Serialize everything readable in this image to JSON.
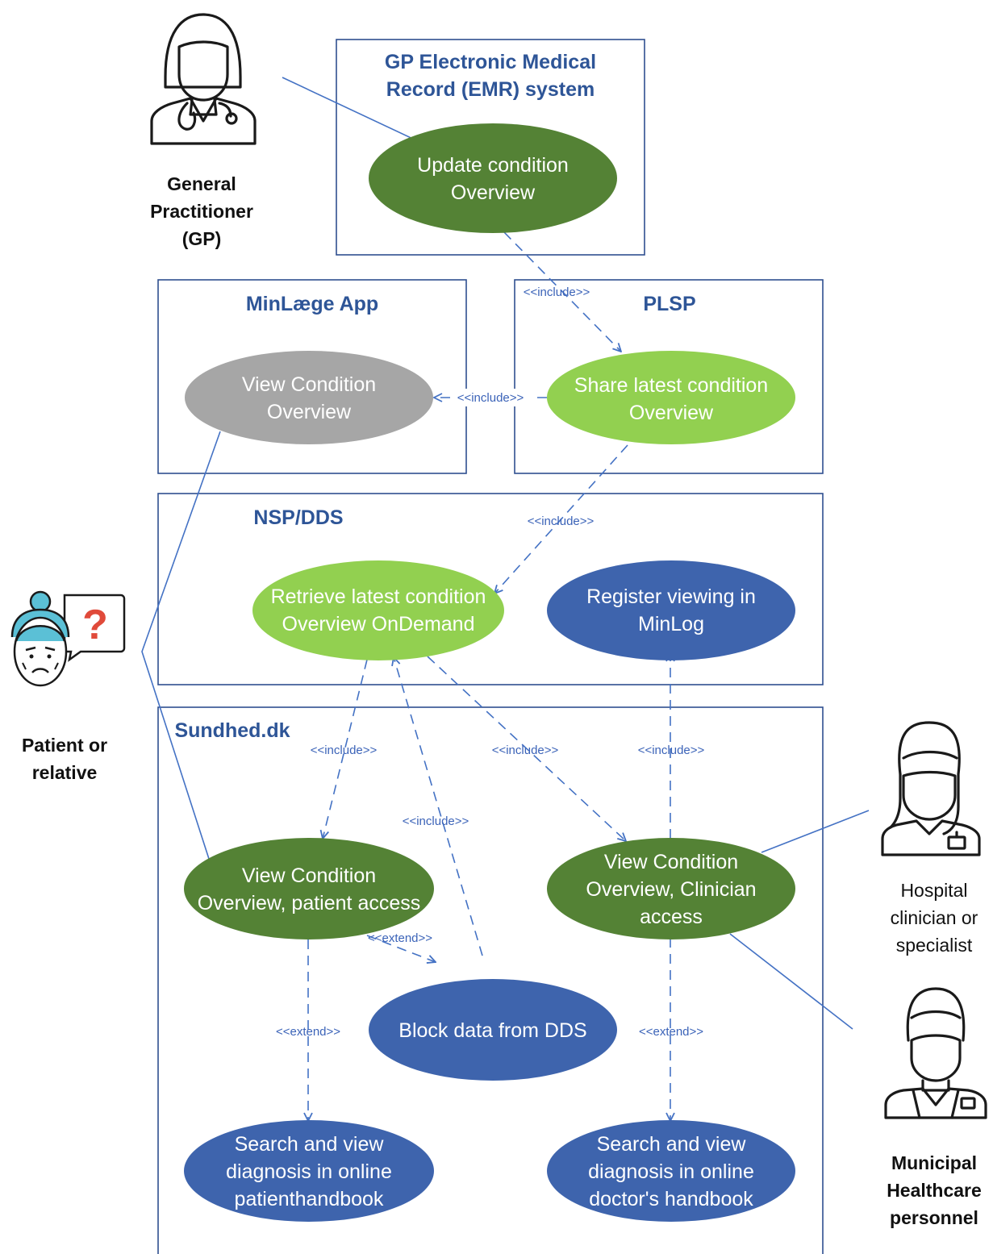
{
  "colors": {
    "dark_green": "#548235",
    "light_green": "#92D050",
    "gray": "#A6A6A6",
    "blue": "#3E64AD",
    "box_border": "#2F4F8F",
    "box_title": "#2E5597",
    "connector": "#4472C4",
    "patient_icon_accent": "#5BC0D6",
    "question_mark": "#E04A3A"
  },
  "systems": {
    "emr": {
      "title_line1": "GP Electronic Medical",
      "title_line2": "Record (EMR) system"
    },
    "minlaege": {
      "title": "MinLæge App"
    },
    "plsp": {
      "title": "PLSP"
    },
    "nsp": {
      "title": "NSP/DDS"
    },
    "sundhed": {
      "title": "Sundhed.dk"
    }
  },
  "use_cases": {
    "update": {
      "line1": "Update condition",
      "line2": "Overview",
      "color": "dark_green"
    },
    "view_app": {
      "line1": "View Condition",
      "line2": "Overview",
      "color": "gray"
    },
    "share": {
      "line1": "Share latest condition",
      "line2": "Overview",
      "color": "light_green"
    },
    "retrieve": {
      "line1": "Retrieve latest condition",
      "line2": "Overview OnDemand",
      "color": "light_green"
    },
    "register": {
      "line1": "Register viewing in",
      "line2": "MinLog",
      "color": "blue"
    },
    "view_patient": {
      "line1": "View Condition",
      "line2": "Overview, patient access",
      "color": "dark_green"
    },
    "view_clinician": {
      "line1": "View Condition",
      "line2": "Overview, Clinician",
      "line3": "access",
      "color": "dark_green"
    },
    "block": {
      "line1": "Block data from DDS",
      "color": "blue"
    },
    "search_patient": {
      "line1": "Search and view",
      "line2": "diagnosis in online",
      "line3": "patienthandbook",
      "color": "blue"
    },
    "search_doctor": {
      "line1": "Search and view",
      "line2": "diagnosis in online",
      "line3": "doctor's handbook",
      "color": "blue"
    }
  },
  "actors": {
    "gp": {
      "line1": "General",
      "line2": "Practitioner",
      "line3": "(GP)",
      "icon": "doctor-woman-stethoscope-icon"
    },
    "patient": {
      "line1": "Patient or",
      "line2": "relative",
      "icon": "elderly-patient-question-icon"
    },
    "hospital": {
      "line1": "Hospital",
      "line2": "clinician or",
      "line3": "specialist",
      "icon": "masked-clinician-icon"
    },
    "municipal": {
      "line1": "Municipal",
      "line2": "Healthcare",
      "line3": "personnel",
      "icon": "masked-nurse-icon"
    }
  },
  "relations": {
    "update_share": "<<include>>",
    "share_view_app": "<<include>>",
    "share_retrieve": "<<include>>",
    "retrieve_view_patient": "<<include>>",
    "block_retrieve": "<<include>>",
    "retrieve_view_clinician": "<<include>>",
    "clinician_register": "<<include>>",
    "patient_block": "<<extend>>",
    "patient_search": "<<extend>>",
    "clinician_search": "<<extend>>"
  }
}
